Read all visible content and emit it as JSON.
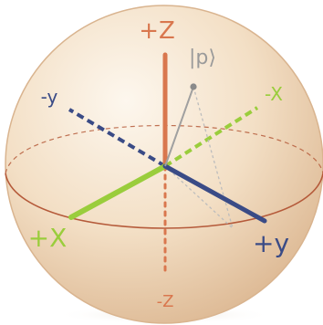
{
  "labels": {
    "plus_z": "+Z",
    "minus_z": "-Z",
    "plus_x": "+X",
    "minus_x": "-X",
    "plus_y": "+y",
    "minus_y": "-y",
    "state": "|p⟩"
  },
  "colors": {
    "z_axis": "#d9774e",
    "x_axis": "#9acd3c",
    "y_axis": "#3a4b86",
    "equator": "#b55a3a",
    "sphere_light": "#fbf1e4",
    "sphere_mid": "#f0d9bd",
    "sphere_dark": "#dcb894",
    "state_vector": "#a0a0a0",
    "label_state": "#9a9a9a"
  }
}
